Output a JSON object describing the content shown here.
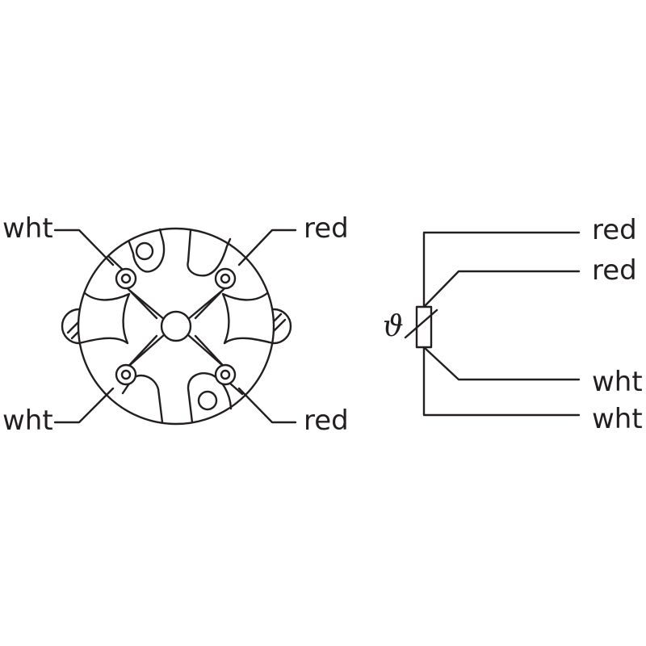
{
  "terminal_head": {
    "labels": {
      "top_left": "wht",
      "top_right": "red",
      "bottom_left": "wht",
      "bottom_right": "red"
    }
  },
  "schematic": {
    "symbol": "ϑ",
    "labels": [
      "red",
      "red",
      "wht",
      "wht"
    ]
  },
  "colors": {
    "line": "#231f20",
    "background": "#ffffff"
  }
}
